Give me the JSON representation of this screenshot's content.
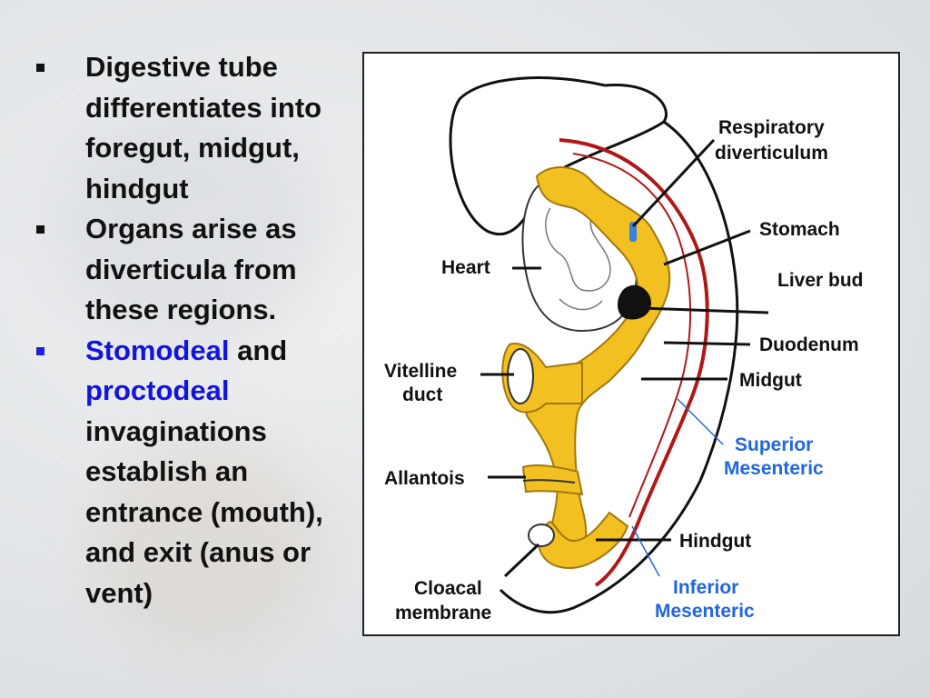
{
  "bullets": [
    {
      "text": "Digestive tube differentiates into foregut, midgut, hindgut"
    },
    {
      "text": "Organs arise as diverticula from these regions."
    },
    {
      "highlight1": "Stomodeal",
      "mid": " and ",
      "highlight2": "proctodeal",
      "rest": " invaginations establish an entrance (mouth), and exit (anus or vent)"
    }
  ],
  "figure": {
    "labels": {
      "respiratory_1": "Respiratory",
      "respiratory_2": "diverticulum",
      "stomach": "Stomach",
      "liver_bud": "Liver bud",
      "heart": "Heart",
      "duodenum": "Duodenum",
      "vitelline_1": "Vitelline",
      "vitelline_2": "duct",
      "midgut": "Midgut",
      "superior_1": "Superior",
      "superior_2": "Mesenteric",
      "allantois": "Allantois",
      "hindgut": "Hindgut",
      "cloacal_1": "Cloacal",
      "cloacal_2": "membrane",
      "inferior_1": "Inferior",
      "inferior_2": "Mesenteric"
    },
    "colors": {
      "gut": "#f2c020",
      "vessel": "#b01818",
      "mesenteric_label": "#2266dd"
    }
  }
}
